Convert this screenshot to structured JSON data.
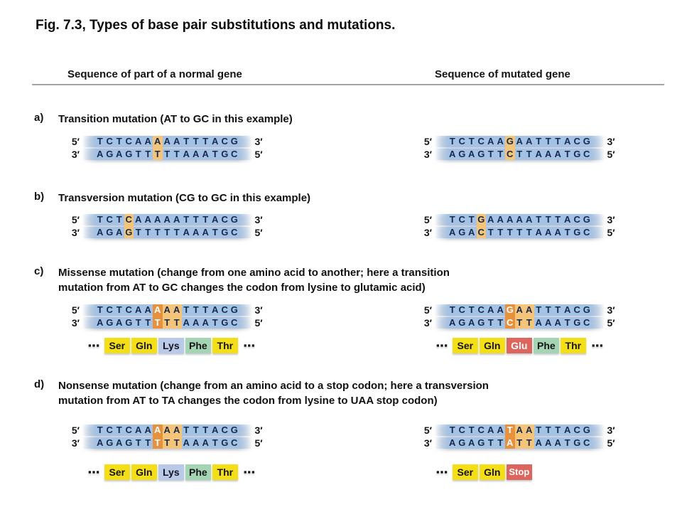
{
  "title": "Fig. 7.3, Types of base pair substitutions and mutations.",
  "headers": {
    "normal": "Sequence of part of a normal gene",
    "mutated": "Sequence of mutated gene"
  },
  "ends": {
    "five": "5′",
    "three": "3′"
  },
  "dots": "▪▪▪",
  "colors": {
    "strand_blue": "#A4C2E4",
    "base_letter": "#16294E",
    "highlight_light": "#F4C478",
    "highlight_strong": "#E8913D",
    "highlight_strong_text": "#FFFFFF",
    "amino_yellow": "#F4DF17",
    "amino_blue": "#B9C9E8",
    "amino_green": "#A5D4B2",
    "amino_red": "#DC655E",
    "amino_text_dark": "#14141A",
    "amino_text_light": "#FFFFFF"
  },
  "sections": [
    {
      "label": "a)",
      "heading": [
        "Transition mutation (AT to GC in this example)"
      ],
      "normal": {
        "top": "TCTCAAAAATTTACG",
        "bottom": "AGAGTTTTTAAATGC",
        "light": [
          6
        ],
        "strong": []
      },
      "mutated": {
        "top": "TCTCAAGAATTTACG",
        "bottom": "AGAGTTCTTAAATGC",
        "light": [
          6
        ],
        "strong": []
      }
    },
    {
      "label": "b)",
      "heading": [
        "Transversion mutation (CG to GC in this example)"
      ],
      "normal": {
        "top": "TCTCAAAAATTTACG",
        "bottom": "AGAGTTTTTAAATGC",
        "light": [
          3
        ],
        "strong": []
      },
      "mutated": {
        "top": "TCTGAAAAATTTACG",
        "bottom": "AGACTTTTTAAATGC",
        "light": [
          3
        ],
        "strong": []
      }
    },
    {
      "label": "c)",
      "heading": [
        "Missense mutation (change from one amino acid to another; here a transition",
        "mutation from AT to GC changes the codon from lysine to glutamic acid)"
      ],
      "normal": {
        "top": "TCTCAAAAATTTACG",
        "bottom": "AGAGTTTTTAAATGC",
        "light": [
          7,
          8
        ],
        "strong": [
          6
        ]
      },
      "mutated": {
        "top": "TCTCAAGAATTTACG",
        "bottom": "AGAGTTCTTAAATGC",
        "light": [
          7,
          8
        ],
        "strong": [
          6
        ]
      },
      "normal_aminos": {
        "dots_left": true,
        "dots_right": true,
        "acids": [
          {
            "label": "Ser",
            "color": "amino_yellow",
            "text": "amino_text_dark"
          },
          {
            "label": "Gln",
            "color": "amino_yellow",
            "text": "amino_text_dark"
          },
          {
            "label": "Lys",
            "color": "amino_blue",
            "text": "amino_text_dark"
          },
          {
            "label": "Phe",
            "color": "amino_green",
            "text": "amino_text_dark"
          },
          {
            "label": "Thr",
            "color": "amino_yellow",
            "text": "amino_text_dark"
          }
        ]
      },
      "mutated_aminos": {
        "dots_left": true,
        "dots_right": true,
        "acids": [
          {
            "label": "Ser",
            "color": "amino_yellow",
            "text": "amino_text_dark"
          },
          {
            "label": "Gln",
            "color": "amino_yellow",
            "text": "amino_text_dark"
          },
          {
            "label": "Glu",
            "color": "amino_red",
            "text": "amino_text_light"
          },
          {
            "label": "Phe",
            "color": "amino_green",
            "text": "amino_text_dark"
          },
          {
            "label": "Thr",
            "color": "amino_yellow",
            "text": "amino_text_dark"
          }
        ]
      }
    },
    {
      "label": "d)",
      "heading": [
        "Nonsense mutation (change from an amino acid to a stop codon; here a transversion",
        "mutation from AT to TA changes the codon from lysine to UAA stop codon)"
      ],
      "normal": {
        "top": "TCTCAAAAATTTACG",
        "bottom": "AGAGTTTTTAAATGC",
        "light": [
          7,
          8
        ],
        "strong": [
          6
        ]
      },
      "mutated": {
        "top": "TCTCAATAATTTACG",
        "bottom": "AGAGTTATTAAATGC",
        "light": [
          7,
          8
        ],
        "strong": [
          6
        ]
      },
      "normal_aminos": {
        "dots_left": true,
        "dots_right": true,
        "acids": [
          {
            "label": "Ser",
            "color": "amino_yellow",
            "text": "amino_text_dark"
          },
          {
            "label": "Gln",
            "color": "amino_yellow",
            "text": "amino_text_dark"
          },
          {
            "label": "Lys",
            "color": "amino_blue",
            "text": "amino_text_dark"
          },
          {
            "label": "Phe",
            "color": "amino_green",
            "text": "amino_text_dark"
          },
          {
            "label": "Thr",
            "color": "amino_yellow",
            "text": "amino_text_dark"
          }
        ]
      },
      "mutated_aminos": {
        "dots_left": true,
        "dots_right": false,
        "acids": [
          {
            "label": "Ser",
            "color": "amino_yellow",
            "text": "amino_text_dark"
          },
          {
            "label": "Gln",
            "color": "amino_yellow",
            "text": "amino_text_dark"
          },
          {
            "label": "Stop",
            "color": "amino_red",
            "text": "amino_text_light",
            "small": true
          }
        ]
      }
    }
  ]
}
